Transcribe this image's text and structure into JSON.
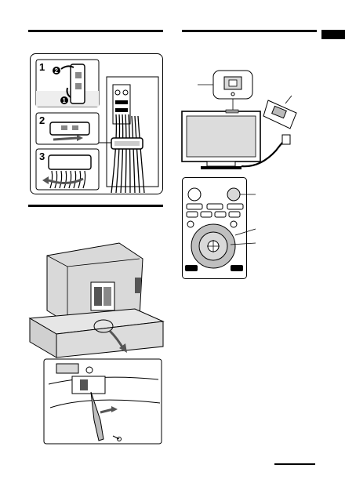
{
  "sections": {
    "cable_holder": {
      "steps": [
        "1",
        "2",
        "3"
      ],
      "substeps": [
        "2",
        "1"
      ]
    }
  },
  "remote": {
    "row_labels": [
      "",
      "",
      ""
    ]
  },
  "colors": {
    "ink": "#000000",
    "panel_bg": "#ffffff",
    "shade": "#d9d9d9",
    "dark_shade": "#555555",
    "tab": "#000000"
  }
}
